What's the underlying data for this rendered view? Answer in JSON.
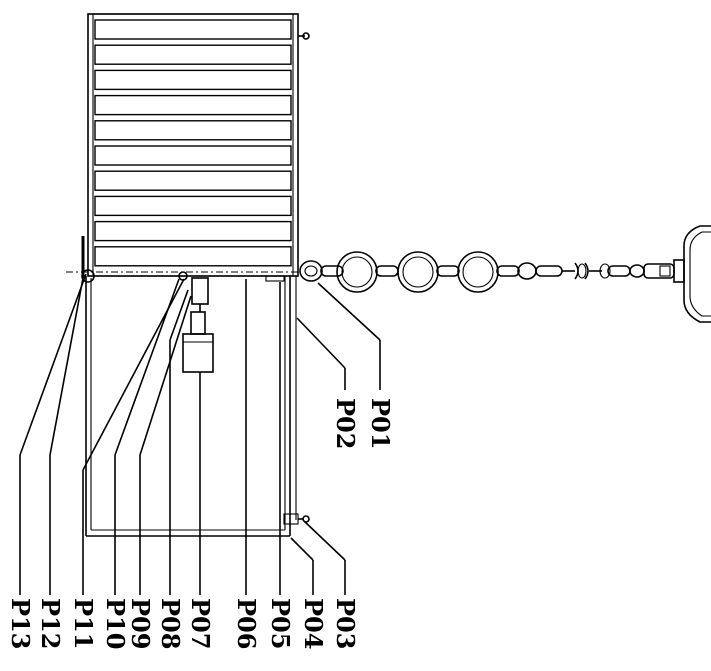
{
  "labels": {
    "p01": "P01",
    "p02": "P02",
    "p03": "P03",
    "p04": "P04",
    "p05": "P05",
    "p06": "P06",
    "p07": "P07",
    "p08": "P08",
    "p09": "P09",
    "p10": "P10",
    "p11": "P11",
    "p12": "P12",
    "p13": "P13"
  }
}
